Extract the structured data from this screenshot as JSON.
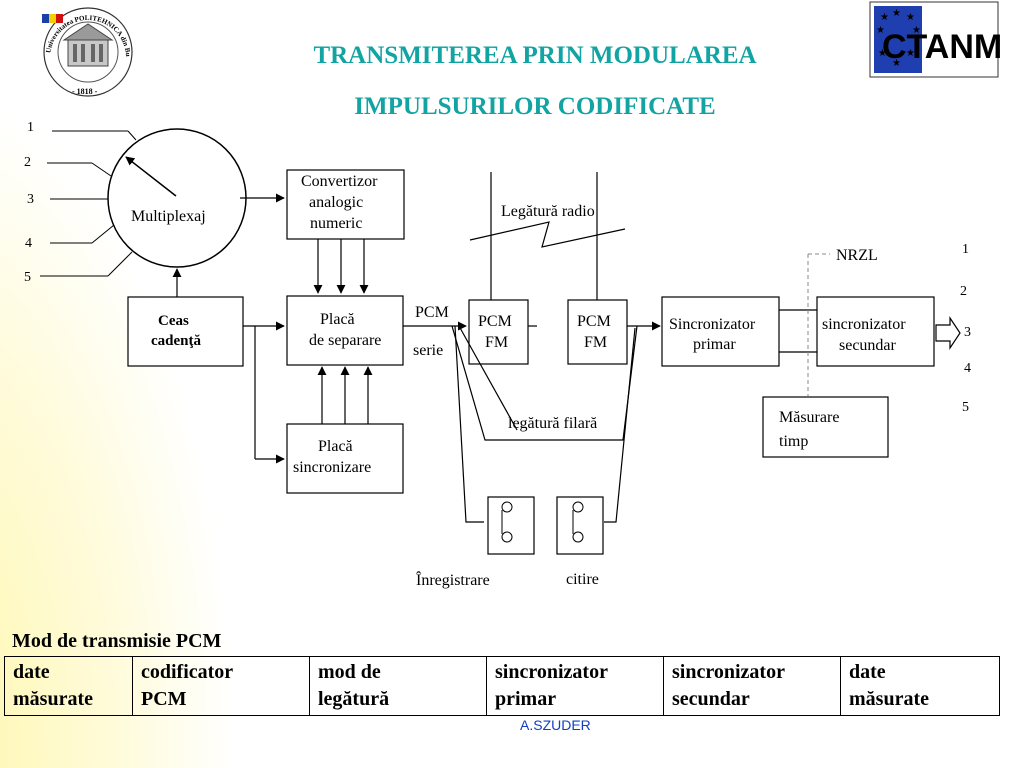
{
  "title_line1": "TRANSMITEREA PRIN MODULAREA",
  "title_line2": "IMPULSURILOR CODIFICATE",
  "logo_left": {
    "text_top": "Universitatea POLITEHNICA din Bucureşti",
    "year": "- 1818 -"
  },
  "logo_right": {
    "text": "CTANM"
  },
  "diagram": {
    "input_numbers": [
      "1",
      "2",
      "3",
      "4",
      "5"
    ],
    "output_numbers": [
      "1",
      "2",
      "3",
      "4",
      "5"
    ],
    "multiplexer": "Multiplexaj",
    "converter": [
      "Convertizor",
      "analogic",
      "numeric"
    ],
    "clock": [
      "Ceas",
      "cadenţă"
    ],
    "separator": [
      "Placă",
      "de separare"
    ],
    "sync_plate": [
      "Placă",
      "sincronizare"
    ],
    "pcm_label": "PCM",
    "serie_label": "serie",
    "pcm_fm_left": [
      "PCM",
      "FM"
    ],
    "pcm_fm_right": [
      "PCM",
      "FM"
    ],
    "radio_link": "Legătură radio",
    "wire_link": "legătură filară",
    "primary_sync": [
      "Sincronizator",
      "primar"
    ],
    "secondary_sync": [
      "sincronizator",
      "secundar"
    ],
    "nrzl": "NRZL",
    "time_measure": [
      "Măsurare",
      "timp"
    ],
    "recording": "Înregistrare",
    "playback": "citire"
  },
  "section_title": "Mod de transmisie PCM",
  "table_cells": [
    [
      "date",
      "măsurate"
    ],
    [
      "codificator",
      "PCM"
    ],
    [
      "mod de",
      "legătură"
    ],
    [
      "sincronizator",
      "primar"
    ],
    [
      "sincronizator",
      "secundar"
    ],
    [
      "date",
      "măsurate"
    ]
  ],
  "author": "A.SZUDER"
}
